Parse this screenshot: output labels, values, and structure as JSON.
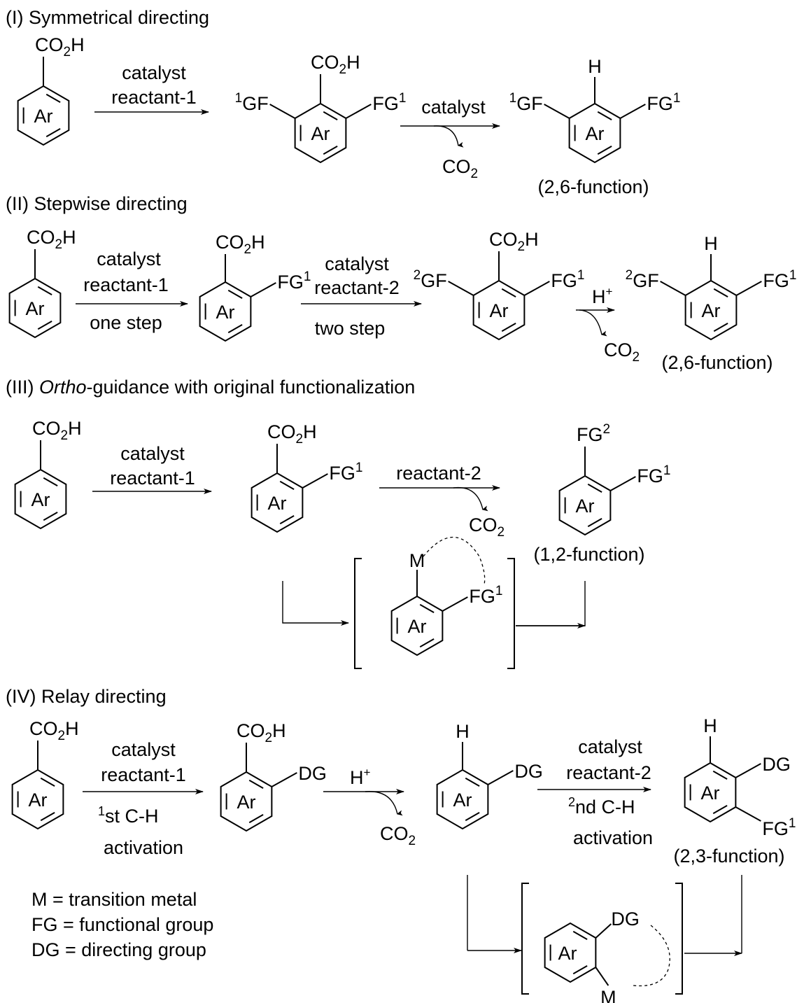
{
  "colors": {
    "teal": "#0f8a86",
    "blue": "#1d4f8a",
    "red": "#8a0f12"
  },
  "sections": {
    "s1": {
      "title": "(I) Symmetrical directing",
      "arrow1": {
        "top": "catalyst",
        "bottom": "reactant-1"
      },
      "arrow2": {
        "top": "catalyst",
        "byproduct": "CO2"
      },
      "product_label": "(2,6-function)"
    },
    "s2": {
      "title": "(II) Stepwise directing",
      "arrow1": {
        "top1": "catalyst",
        "top2": "reactant-1",
        "bottom": "one step"
      },
      "arrow2": {
        "top1": "catalyst",
        "top2": "reactant-2",
        "bottom": "two step"
      },
      "arrow3": {
        "top": "H+",
        "byproduct": "CO2"
      },
      "product_label": "(2,6-function)"
    },
    "s3": {
      "title_prefix": "(III) ",
      "title_italic": "Ortho",
      "title_suffix": "-guidance with original functionalization",
      "arrow1": {
        "top1": "catalyst",
        "top2": "reactant-1"
      },
      "arrow2": {
        "top": "reactant-2",
        "byproduct": "CO2"
      },
      "product_label": "(1,2-function)"
    },
    "s4": {
      "title": "(IV) Relay directing",
      "arrow1": {
        "top1": "catalyst",
        "top2": "reactant-1",
        "bottom1": "st C-H",
        "bottom1_sup": "1",
        "bottom2": "activation"
      },
      "arrow2": {
        "top": "H+",
        "byproduct": "CO2"
      },
      "arrow3": {
        "top1": "catalyst",
        "top2": "reactant-2",
        "bottom1": "nd C-H",
        "bottom1_sup": "2",
        "bottom2": "activation"
      },
      "product_label": "(2,3-function)"
    }
  },
  "labels": {
    "ar": "Ar",
    "co2h": {
      "main": "CO",
      "sub": "2",
      "tail": "H"
    },
    "co2": {
      "main": "CO",
      "sub": "2"
    },
    "h": "H",
    "h_plus": {
      "main": "H",
      "sup": "+"
    },
    "gf1": {
      "sup": "1",
      "main": "GF"
    },
    "gf2": {
      "sup": "2",
      "main": "GF"
    },
    "fg1": {
      "main": "FG",
      "sup": "1"
    },
    "fg2": {
      "main": "FG",
      "sup": "2"
    },
    "dg": "DG",
    "m": "M"
  },
  "legend": [
    "M = transition metal",
    "FG = functional group",
    "DG = directing group"
  ]
}
